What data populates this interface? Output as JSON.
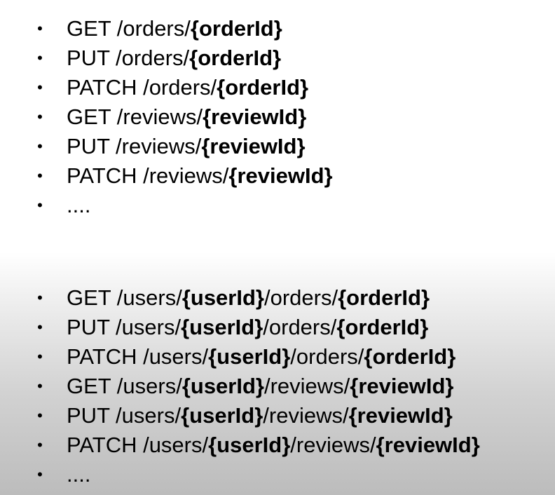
{
  "lists": [
    {
      "items": [
        {
          "segments": [
            {
              "text": "GET /orders/",
              "bold": false
            },
            {
              "text": "{orderId}",
              "bold": true
            }
          ]
        },
        {
          "segments": [
            {
              "text": "PUT /orders/",
              "bold": false
            },
            {
              "text": "{orderId}",
              "bold": true
            }
          ]
        },
        {
          "segments": [
            {
              "text": "PATCH /orders/",
              "bold": false
            },
            {
              "text": "{orderId}",
              "bold": true
            }
          ]
        },
        {
          "segments": [
            {
              "text": "GET /reviews/",
              "bold": false
            },
            {
              "text": "{reviewId}",
              "bold": true
            }
          ]
        },
        {
          "segments": [
            {
              "text": "PUT /reviews/",
              "bold": false
            },
            {
              "text": "{reviewId}",
              "bold": true
            }
          ]
        },
        {
          "segments": [
            {
              "text": "PATCH /reviews/",
              "bold": false
            },
            {
              "text": "{reviewId}",
              "bold": true
            }
          ]
        },
        {
          "segments": [
            {
              "text": "....",
              "bold": false
            }
          ]
        }
      ]
    },
    {
      "items": [
        {
          "segments": [
            {
              "text": "GET /users/",
              "bold": false
            },
            {
              "text": "{userId}",
              "bold": true
            },
            {
              "text": "/orders/",
              "bold": false
            },
            {
              "text": "{orderId}",
              "bold": true
            }
          ]
        },
        {
          "segments": [
            {
              "text": "PUT /users/",
              "bold": false
            },
            {
              "text": "{userId}",
              "bold": true
            },
            {
              "text": "/orders/",
              "bold": false
            },
            {
              "text": "{orderId}",
              "bold": true
            }
          ]
        },
        {
          "segments": [
            {
              "text": "PATCH /users/",
              "bold": false
            },
            {
              "text": "{userId}",
              "bold": true
            },
            {
              "text": "/orders/",
              "bold": false
            },
            {
              "text": "{orderId}",
              "bold": true
            }
          ]
        },
        {
          "segments": [
            {
              "text": "GET /users/",
              "bold": false
            },
            {
              "text": "{userId}",
              "bold": true
            },
            {
              "text": "/reviews/",
              "bold": false
            },
            {
              "text": "{reviewId}",
              "bold": true
            }
          ]
        },
        {
          "segments": [
            {
              "text": "PUT /users/",
              "bold": false
            },
            {
              "text": "{userId}",
              "bold": true
            },
            {
              "text": "/reviews/",
              "bold": false
            },
            {
              "text": "{reviewId}",
              "bold": true
            }
          ]
        },
        {
          "segments": [
            {
              "text": "PATCH /users/",
              "bold": false
            },
            {
              "text": "{userId}",
              "bold": true
            },
            {
              "text": "/reviews/",
              "bold": false
            },
            {
              "text": "{reviewId}",
              "bold": true
            }
          ]
        },
        {
          "segments": [
            {
              "text": "....",
              "bold": false
            }
          ]
        }
      ]
    }
  ],
  "bullet_glyph": "•"
}
